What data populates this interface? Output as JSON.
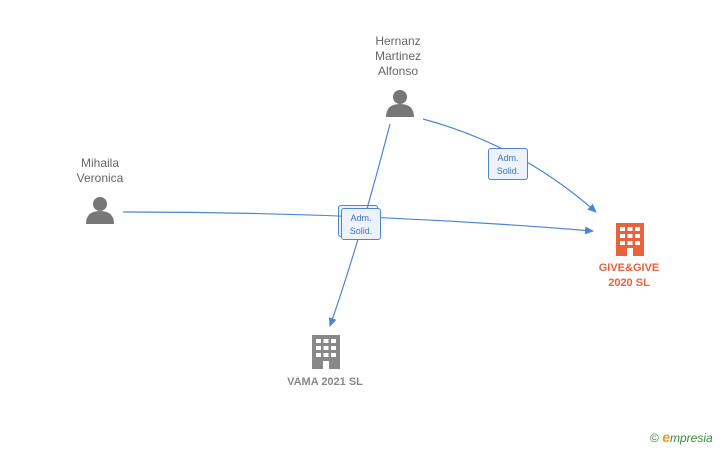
{
  "nodes": {
    "hernanz": {
      "lines": [
        "Hernanz",
        "Martinez",
        "Alfonso"
      ],
      "type": "person"
    },
    "mihaila": {
      "lines": [
        "Mihaila",
        "Veronica"
      ],
      "type": "person"
    },
    "give": {
      "lines": [
        "GIVE&GIVE",
        "2020  SL"
      ],
      "type": "company",
      "color": "#e8623c"
    },
    "vama": {
      "lines": [
        "VAMA 2021  SL"
      ],
      "type": "company",
      "color": "#888888"
    }
  },
  "edges": [
    {
      "from": "hernanz",
      "to": "give",
      "label": [
        "Adm.",
        "Solid."
      ]
    },
    {
      "from": "hernanz",
      "to": "vama",
      "label": [
        "Adm.",
        "Solid."
      ]
    },
    {
      "from": "mihaila",
      "to": "give",
      "label": [
        "Adm.",
        "Solid."
      ]
    }
  ],
  "colors": {
    "edge": "#4a86d4",
    "person_icon": "#777777"
  },
  "watermark": {
    "symbol": "©",
    "brand_first": "e",
    "brand_rest": "mpresia"
  }
}
